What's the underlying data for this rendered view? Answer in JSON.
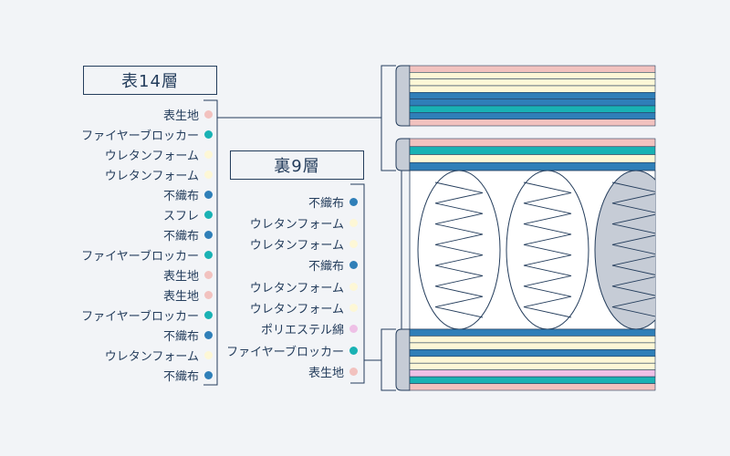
{
  "colors": {
    "ink": "#243d5c",
    "pink": "#f2c2bf",
    "cream": "#fdf7d6",
    "blue": "#2f7fb8",
    "teal": "#19b2b4",
    "lavender": "#eec0e6",
    "bracket_fill": "#c6ccd6",
    "coil_fill": "#c6ccd6",
    "background": "#f2f4f7"
  },
  "front": {
    "title": "表14層",
    "layers": [
      {
        "label": "表生地",
        "color": "pink"
      },
      {
        "label": "ファイヤーブロッカー",
        "color": "teal"
      },
      {
        "label": "ウレタンフォーム",
        "color": "cream"
      },
      {
        "label": "ウレタンフォーム",
        "color": "cream"
      },
      {
        "label": "不織布",
        "color": "blue"
      },
      {
        "label": "スフレ",
        "color": "teal"
      },
      {
        "label": "不織布",
        "color": "blue"
      },
      {
        "label": "ファイヤーブロッカー",
        "color": "teal"
      },
      {
        "label": "表生地",
        "color": "pink"
      },
      {
        "label": "表生地",
        "color": "pink"
      },
      {
        "label": "ファイヤーブロッカー",
        "color": "teal"
      },
      {
        "label": "不織布",
        "color": "blue"
      },
      {
        "label": "ウレタンフォーム",
        "color": "cream"
      },
      {
        "label": "不織布",
        "color": "blue"
      }
    ]
  },
  "back": {
    "title": "裏9層",
    "layers": [
      {
        "label": "不織布",
        "color": "blue"
      },
      {
        "label": "ウレタンフォーム",
        "color": "cream"
      },
      {
        "label": "ウレタンフォーム",
        "color": "cream"
      },
      {
        "label": "不織布",
        "color": "blue"
      },
      {
        "label": "ウレタンフォーム",
        "color": "cream"
      },
      {
        "label": "ウレタンフォーム",
        "color": "cream"
      },
      {
        "label": "ポリエステル綿",
        "color": "lavender"
      },
      {
        "label": "ファイヤーブロッカー",
        "color": "teal"
      },
      {
        "label": "表生地",
        "color": "pink"
      }
    ]
  },
  "cross_section": {
    "top_group_1": [
      "pink",
      "cream",
      "cream",
      "cream",
      "blue",
      "blue",
      "teal",
      "blue",
      "pink"
    ],
    "top_group_2": [
      "pink",
      "teal",
      "cream",
      "blue"
    ],
    "bottom_group": [
      "blue",
      "cream",
      "cream",
      "blue",
      "cream",
      "cream",
      "lavender",
      "teal",
      "pink"
    ],
    "coil_count": 3
  }
}
